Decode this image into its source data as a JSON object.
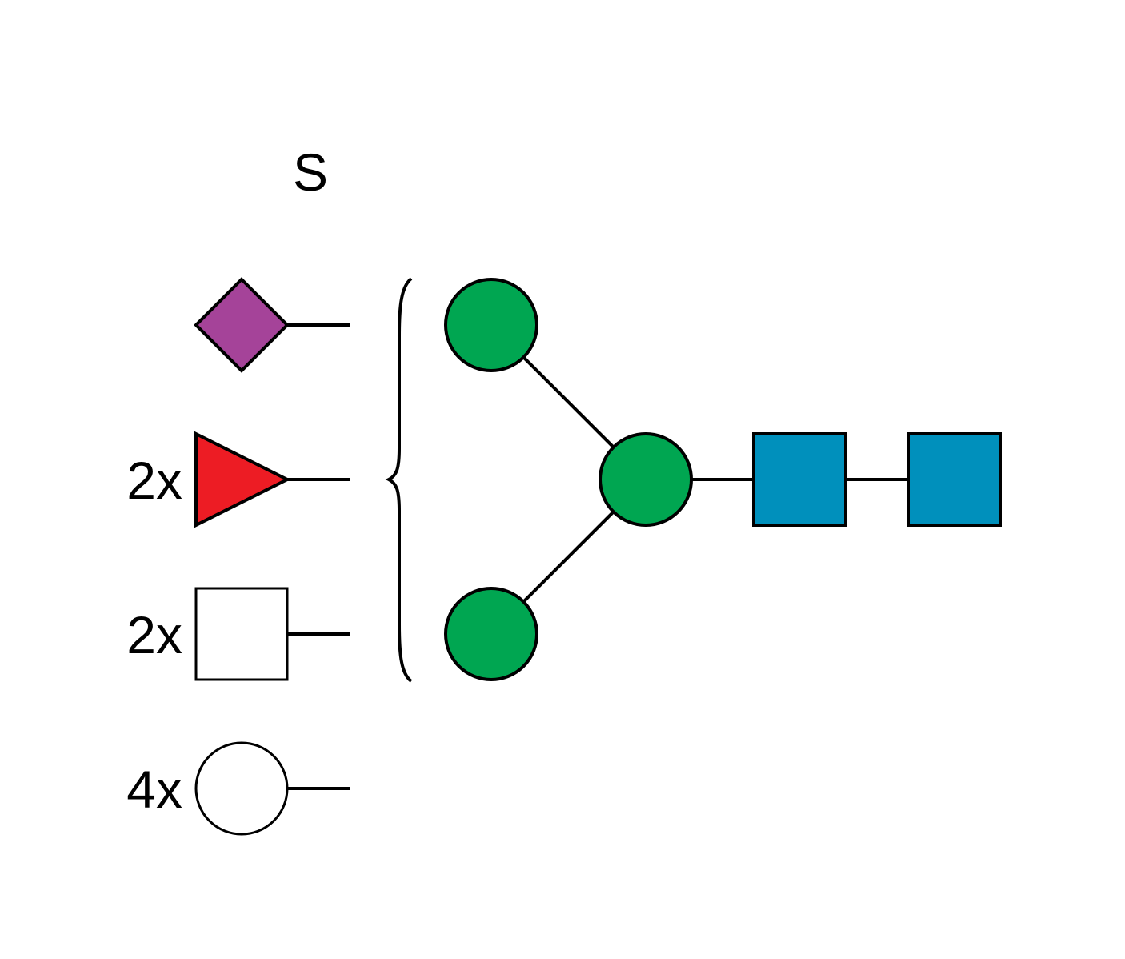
{
  "colors": {
    "neu5ac": "#A54399",
    "fucose": "#ED1C24",
    "mannose": "#00A651",
    "glcnac": "#0090BC",
    "outline": "#000000",
    "empty": "#FFFFFF"
  },
  "substituent": {
    "text": "S"
  },
  "antennae": [
    {
      "kind": "neu5ac-diamond",
      "count": ""
    },
    {
      "kind": "fucose-triangle",
      "count": "2x"
    },
    {
      "kind": "hexnac-square",
      "count": "2x"
    },
    {
      "kind": "hexose-circle",
      "count": "4x"
    }
  ],
  "core": [
    {
      "kind": "mannose-circle",
      "role": "upper-branch-mannose"
    },
    {
      "kind": "mannose-circle",
      "role": "central-mannose"
    },
    {
      "kind": "mannose-circle",
      "role": "lower-branch-mannose"
    },
    {
      "kind": "glcnac-square",
      "role": "glcnac-1"
    },
    {
      "kind": "glcnac-square",
      "role": "glcnac-2"
    }
  ]
}
